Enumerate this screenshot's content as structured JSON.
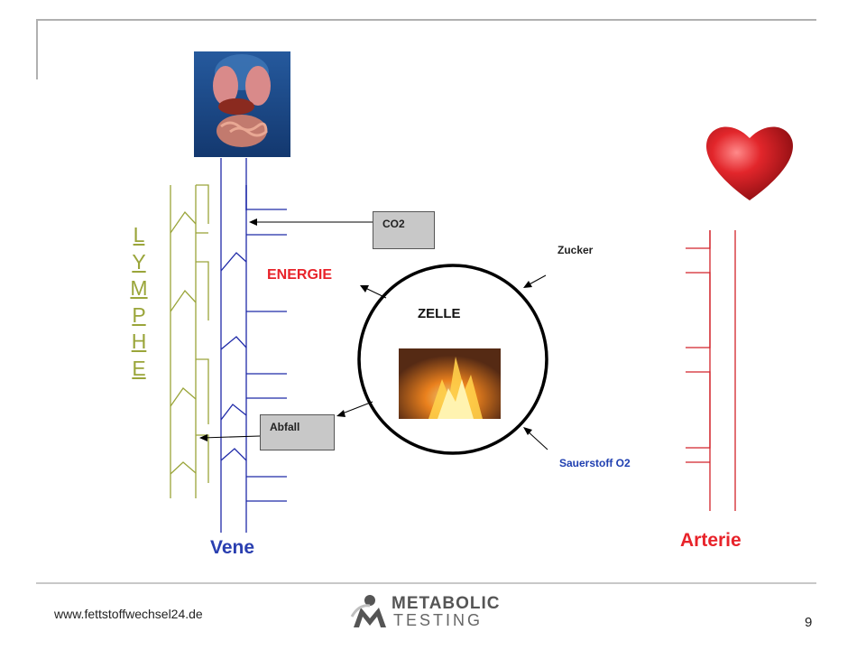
{
  "diagram": {
    "lymphe_letters": [
      "L",
      "Y",
      "M",
      "P",
      "H",
      "E"
    ],
    "co2_label": "CO2",
    "abfall_label": "Abfall",
    "energie_label": "ENERGIE",
    "zelle_label": "ZELLE",
    "zucker_label": "Zucker",
    "sauerstoff_label": "Sauerstoff O2",
    "vene_label": "Vene",
    "arterie_label": "Arterie"
  },
  "colors": {
    "vein": "#1f2aa8",
    "artery": "#d2232a",
    "lymph": "#9aa53a",
    "energie": "#e8232a",
    "sauerstoff": "#1f3fb0"
  },
  "footer": {
    "url": "www.fettstoffwechsel24.de",
    "page_number": "9",
    "logo_line1": "METABOLIC",
    "logo_line2": "TESTING"
  }
}
